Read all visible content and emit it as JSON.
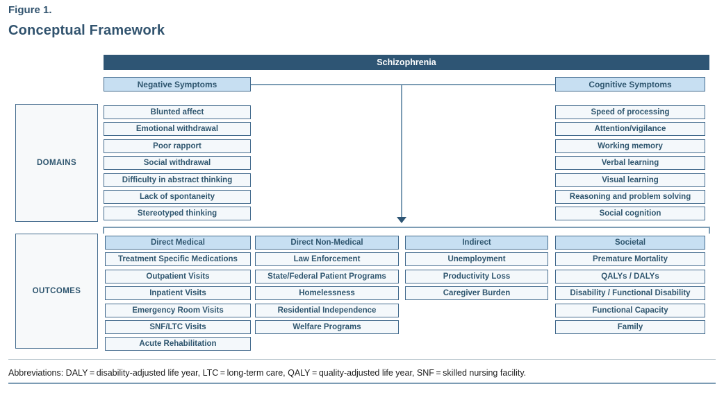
{
  "figure": {
    "label": "Figure 1.",
    "title": "Conceptual Framework"
  },
  "header": {
    "title": "Schizophrenia"
  },
  "symptoms": {
    "negative": "Negative Symptoms",
    "cognitive": "Cognitive Symptoms"
  },
  "side_labels": {
    "domains": "DOMAINS",
    "outcomes": "OUTCOMES"
  },
  "domains": {
    "negative_items": [
      "Blunted affect",
      "Emotional withdrawal",
      "Poor rapport",
      "Social withdrawal",
      "Difficulty in abstract thinking",
      "Lack of spontaneity",
      "Stereotyped thinking"
    ],
    "cognitive_items": [
      "Speed of processing",
      "Attention/vigilance",
      "Working memory",
      "Verbal learning",
      "Visual learning",
      "Reasoning and problem solving",
      "Social cognition"
    ]
  },
  "outcomes": {
    "direct_medical": {
      "header": "Direct Medical",
      "items": [
        "Treatment Specific Medications",
        "Outpatient Visits",
        "Inpatient Visits",
        "Emergency Room Visits",
        "SNF/LTC Visits",
        "Acute Rehabilitation"
      ]
    },
    "direct_non_medical": {
      "header": "Direct Non-Medical",
      "items": [
        "Law Enforcement",
        "State/Federal Patient Programs",
        "Homelessness",
        "Residential Independence",
        "Welfare Programs"
      ]
    },
    "indirect": {
      "header": "Indirect",
      "items": [
        "Unemployment",
        "Productivity Loss",
        "Caregiver Burden"
      ]
    },
    "societal": {
      "header": "Societal",
      "items": [
        "Premature Mortality",
        "QALYs / DALYs",
        "Disability / Functional Disability",
        "Functional Capacity",
        "Family"
      ]
    }
  },
  "footnote": "Abbreviations: DALY = disability-adjusted life year, LTC = long-term care, QALY = quality-adjusted life year, SNF = skilled nursing facility.",
  "colors": {
    "header_bar": "#2e5574",
    "box_fill_light": "#c7dff2",
    "box_fill_white": "#f4f8fb",
    "border": "#41698c",
    "connector": "#7c9cb4",
    "text": "#2f566f",
    "title": "#31536e"
  }
}
